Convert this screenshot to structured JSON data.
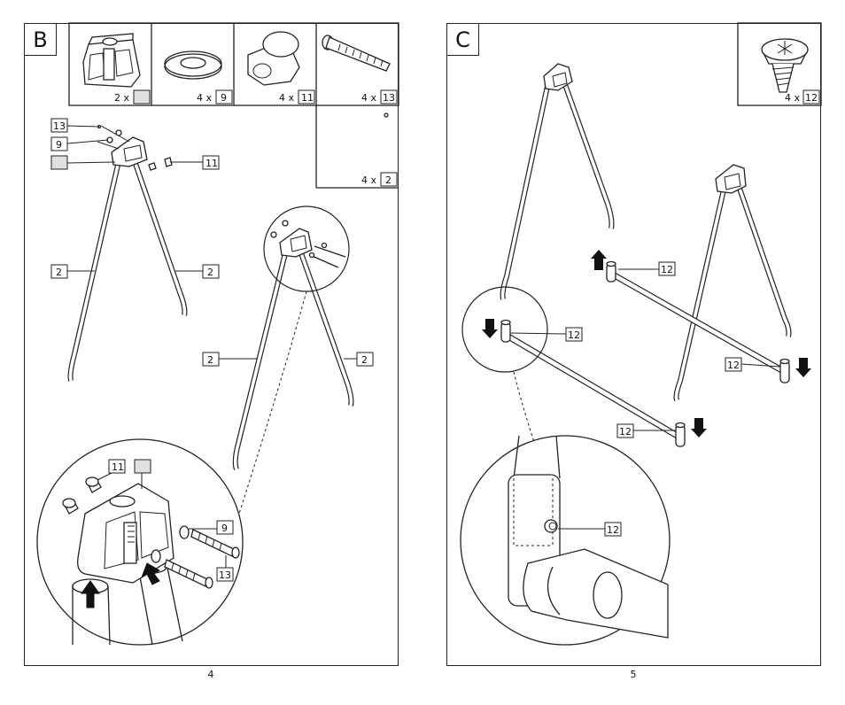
{
  "left_page": {
    "step": "B",
    "page_number": "4",
    "parts": [
      {
        "icon": "tripod-head-icon",
        "qty": "2 x",
        "ref": ""
      },
      {
        "icon": "washer-icon",
        "qty": "4 x",
        "ref": "9"
      },
      {
        "icon": "cap-nut-icon",
        "qty": "4 x",
        "ref": "11"
      },
      {
        "icon": "bolt-icon",
        "qty": "4 x",
        "ref": "13"
      },
      {
        "icon": "leg-tube-icon",
        "qty": "4 x",
        "ref": "2"
      }
    ],
    "callouts": {
      "bolt": "13",
      "washer": "9",
      "head": "",
      "nut": "11",
      "leg_left": "2",
      "leg_right": "2",
      "leg2_left": "2",
      "leg2_right": "2",
      "detail_nut": "11",
      "detail_head": "",
      "detail_washer": "9",
      "detail_bolt": "13"
    }
  },
  "right_page": {
    "step": "C",
    "page_number": "5",
    "parts": [
      {
        "icon": "screw-icon",
        "qty": "4 x",
        "ref": "12"
      }
    ],
    "callouts": {
      "screw_a": "12",
      "screw_b": "12",
      "screw_c": "12",
      "screw_d": "12",
      "detail_screw": "12"
    }
  }
}
